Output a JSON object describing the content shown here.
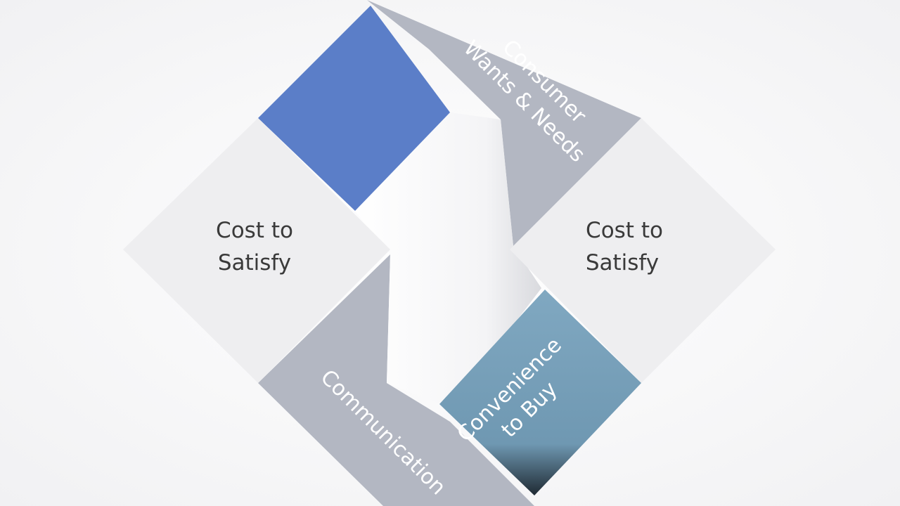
{
  "tiles": {
    "left": {
      "line1": "Cost to",
      "line2": "Satisfy"
    },
    "right": {
      "line1": "Cost to",
      "line2": "Satisfy"
    },
    "top": {
      "line1": "Consumer",
      "line2": "Wants & Needs"
    },
    "bottom": {
      "line1": "Communication"
    },
    "bottom_right": {
      "line1": "Convenience",
      "line2": "to Buy"
    }
  },
  "colors": {
    "blue": "#5b7ec8",
    "gray": "#b3b7c2",
    "light": "#eeeef0",
    "teal": "#7ba3bd",
    "text_dark": "#3a3a3a",
    "text_light": "#ffffff"
  }
}
